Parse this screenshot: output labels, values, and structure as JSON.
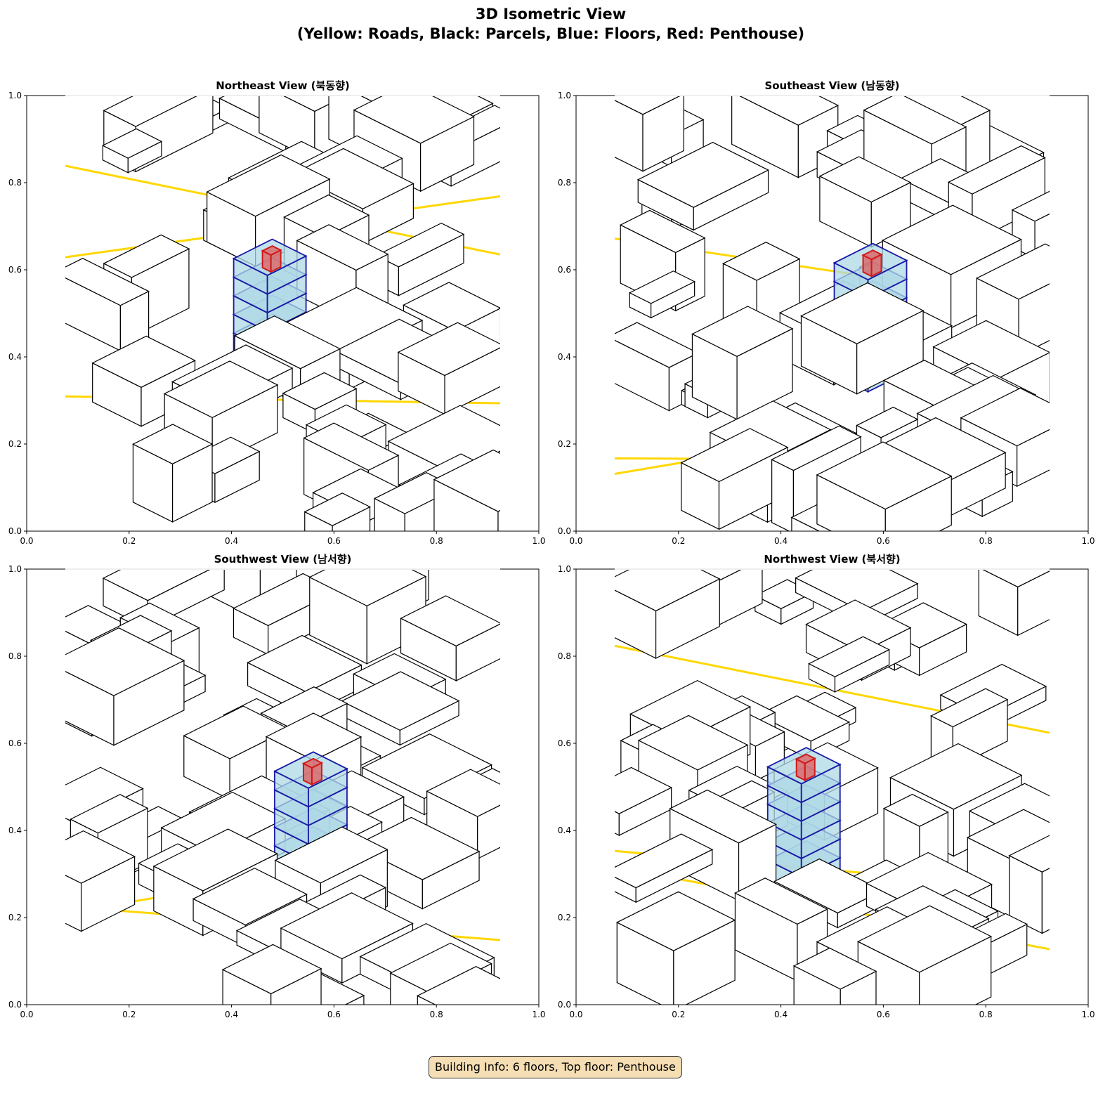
{
  "title_line1": "3D Isometric View",
  "title_line2": "(Yellow: Roads, Black: Parcels, Blue: Floors, Red: Penthouse)",
  "info_box": "Building Info: 6 floors, Top floor: Penthouse",
  "colors": {
    "roads": "#ffd700",
    "parcels": "#000000",
    "floors_fill": "#add8e6",
    "floors_edge": "#1a1aa6",
    "penthouse": "#d11a1a",
    "info_bg": "#f5deb3"
  },
  "chart_data": {
    "type": "diagram",
    "floors": 6,
    "top_floor": "Penthouse",
    "xlim": [
      0,
      1
    ],
    "ylim": [
      0,
      1
    ],
    "xticks": [
      "0.0",
      "0.2",
      "0.4",
      "0.6",
      "0.8",
      "1.0"
    ],
    "yticks": [
      "0.0",
      "0.2",
      "0.4",
      "0.6",
      "0.8",
      "1.0"
    ],
    "panels": [
      {
        "title": "Northeast View (북동향)"
      },
      {
        "title": "Southeast View (남동향)"
      },
      {
        "title": "Southwest View (남서향)"
      },
      {
        "title": "Northwest View (북서향)"
      }
    ]
  }
}
